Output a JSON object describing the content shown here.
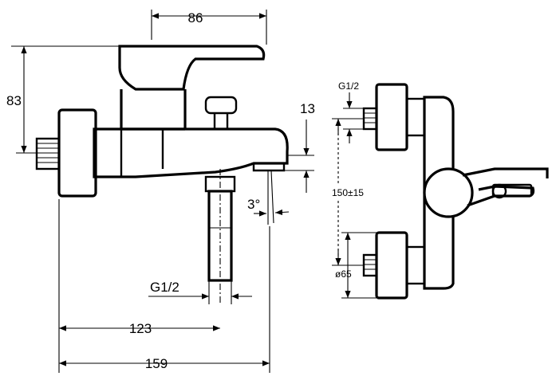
{
  "dimensions": {
    "top_width": "86",
    "height": "83",
    "spout_offset": "13",
    "angle": "3°",
    "outlet_thread": "G1/2",
    "spout_reach": "123",
    "overall_length": "159",
    "inlet_thread": "G1/2",
    "inlet_spacing": "150±15",
    "rosette_diameter": "ø65"
  }
}
